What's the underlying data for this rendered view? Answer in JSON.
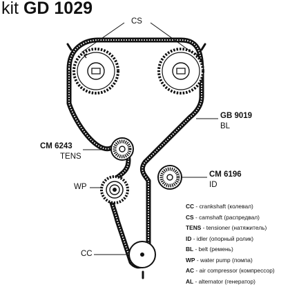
{
  "title": {
    "kit": "kit",
    "code": "GD 1029"
  },
  "labels": {
    "cs": "CS",
    "belt": {
      "code": "GB 9019",
      "name": "BL"
    },
    "tensioner": {
      "code": "CM 6243",
      "name": "TENS"
    },
    "idler": {
      "code": "CM 6196",
      "name": "ID"
    },
    "wp": "WP",
    "cc": "CC"
  },
  "legend": [
    {
      "abbr": "CC",
      "text": "crankshaft (колевал)"
    },
    {
      "abbr": "CS",
      "text": "camshaft (распредвал)"
    },
    {
      "abbr": "TENS",
      "text": "tensioner (натяжитель)"
    },
    {
      "abbr": "ID",
      "text": "idler (опорный ролик)"
    },
    {
      "abbr": "BL",
      "text": "belt (ремень)"
    },
    {
      "abbr": "WP",
      "text": "water pump (помпа)"
    },
    {
      "abbr": "AC",
      "text": "air compressor (компрессор)"
    },
    {
      "abbr": "AL",
      "text": "alternator (генератор)"
    }
  ],
  "colors": {
    "ink": "#111111",
    "background": "#ffffff"
  }
}
